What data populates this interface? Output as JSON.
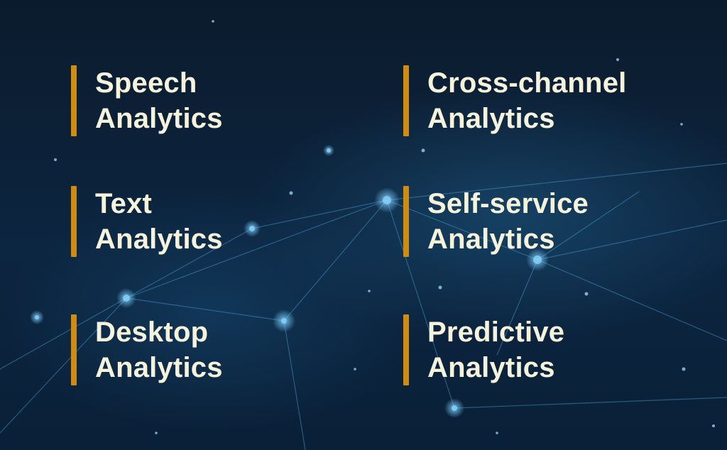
{
  "items": [
    {
      "line1": "Speech",
      "line2": "Analytics"
    },
    {
      "line1": "Cross-channel",
      "line2": "Analytics"
    },
    {
      "line1": "Text",
      "line2": "Analytics"
    },
    {
      "line1": "Self-service",
      "line2": "Analytics"
    },
    {
      "line1": "Desktop",
      "line2": "Analytics"
    },
    {
      "line1": "Predictive",
      "line2": "Analytics"
    }
  ],
  "colors": {
    "accent_bar": "#d08c12",
    "text": "#f5f3dc",
    "background": "#0c2540",
    "network": "#4aa3d6"
  }
}
